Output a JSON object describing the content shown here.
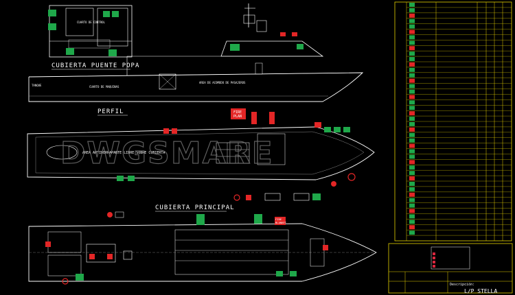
{
  "titles": {
    "bridge_deck": "CUBIERTA PUENTE POPA",
    "profile": "PERFIL",
    "main_deck": "CUBIERTA PRINCIPAL"
  },
  "fire_plan": [
    "FIRE",
    "PLAN"
  ],
  "fire_blanket": [
    "FIRE",
    "BLANKET"
  ],
  "watermark": "DWGSMARE",
  "profile_texts": [
    "AREA DE ACOMODO DE PASAJEROS"
  ],
  "main_deck_texts": [
    "AREA ANTIDERRAPANTE LIBRE SOBRE CUBIERTA"
  ],
  "title_block": {
    "vessel_name": "L/P STELLA",
    "desc_label": "Descripción:"
  },
  "colors": {
    "line": "#ffffff",
    "safety_green": "#1fa84a",
    "fire_red": "#e32626",
    "table_yellow": "#e6d200",
    "hull_grey": "#8a8a8a",
    "title_block_red": "#d7263d"
  }
}
